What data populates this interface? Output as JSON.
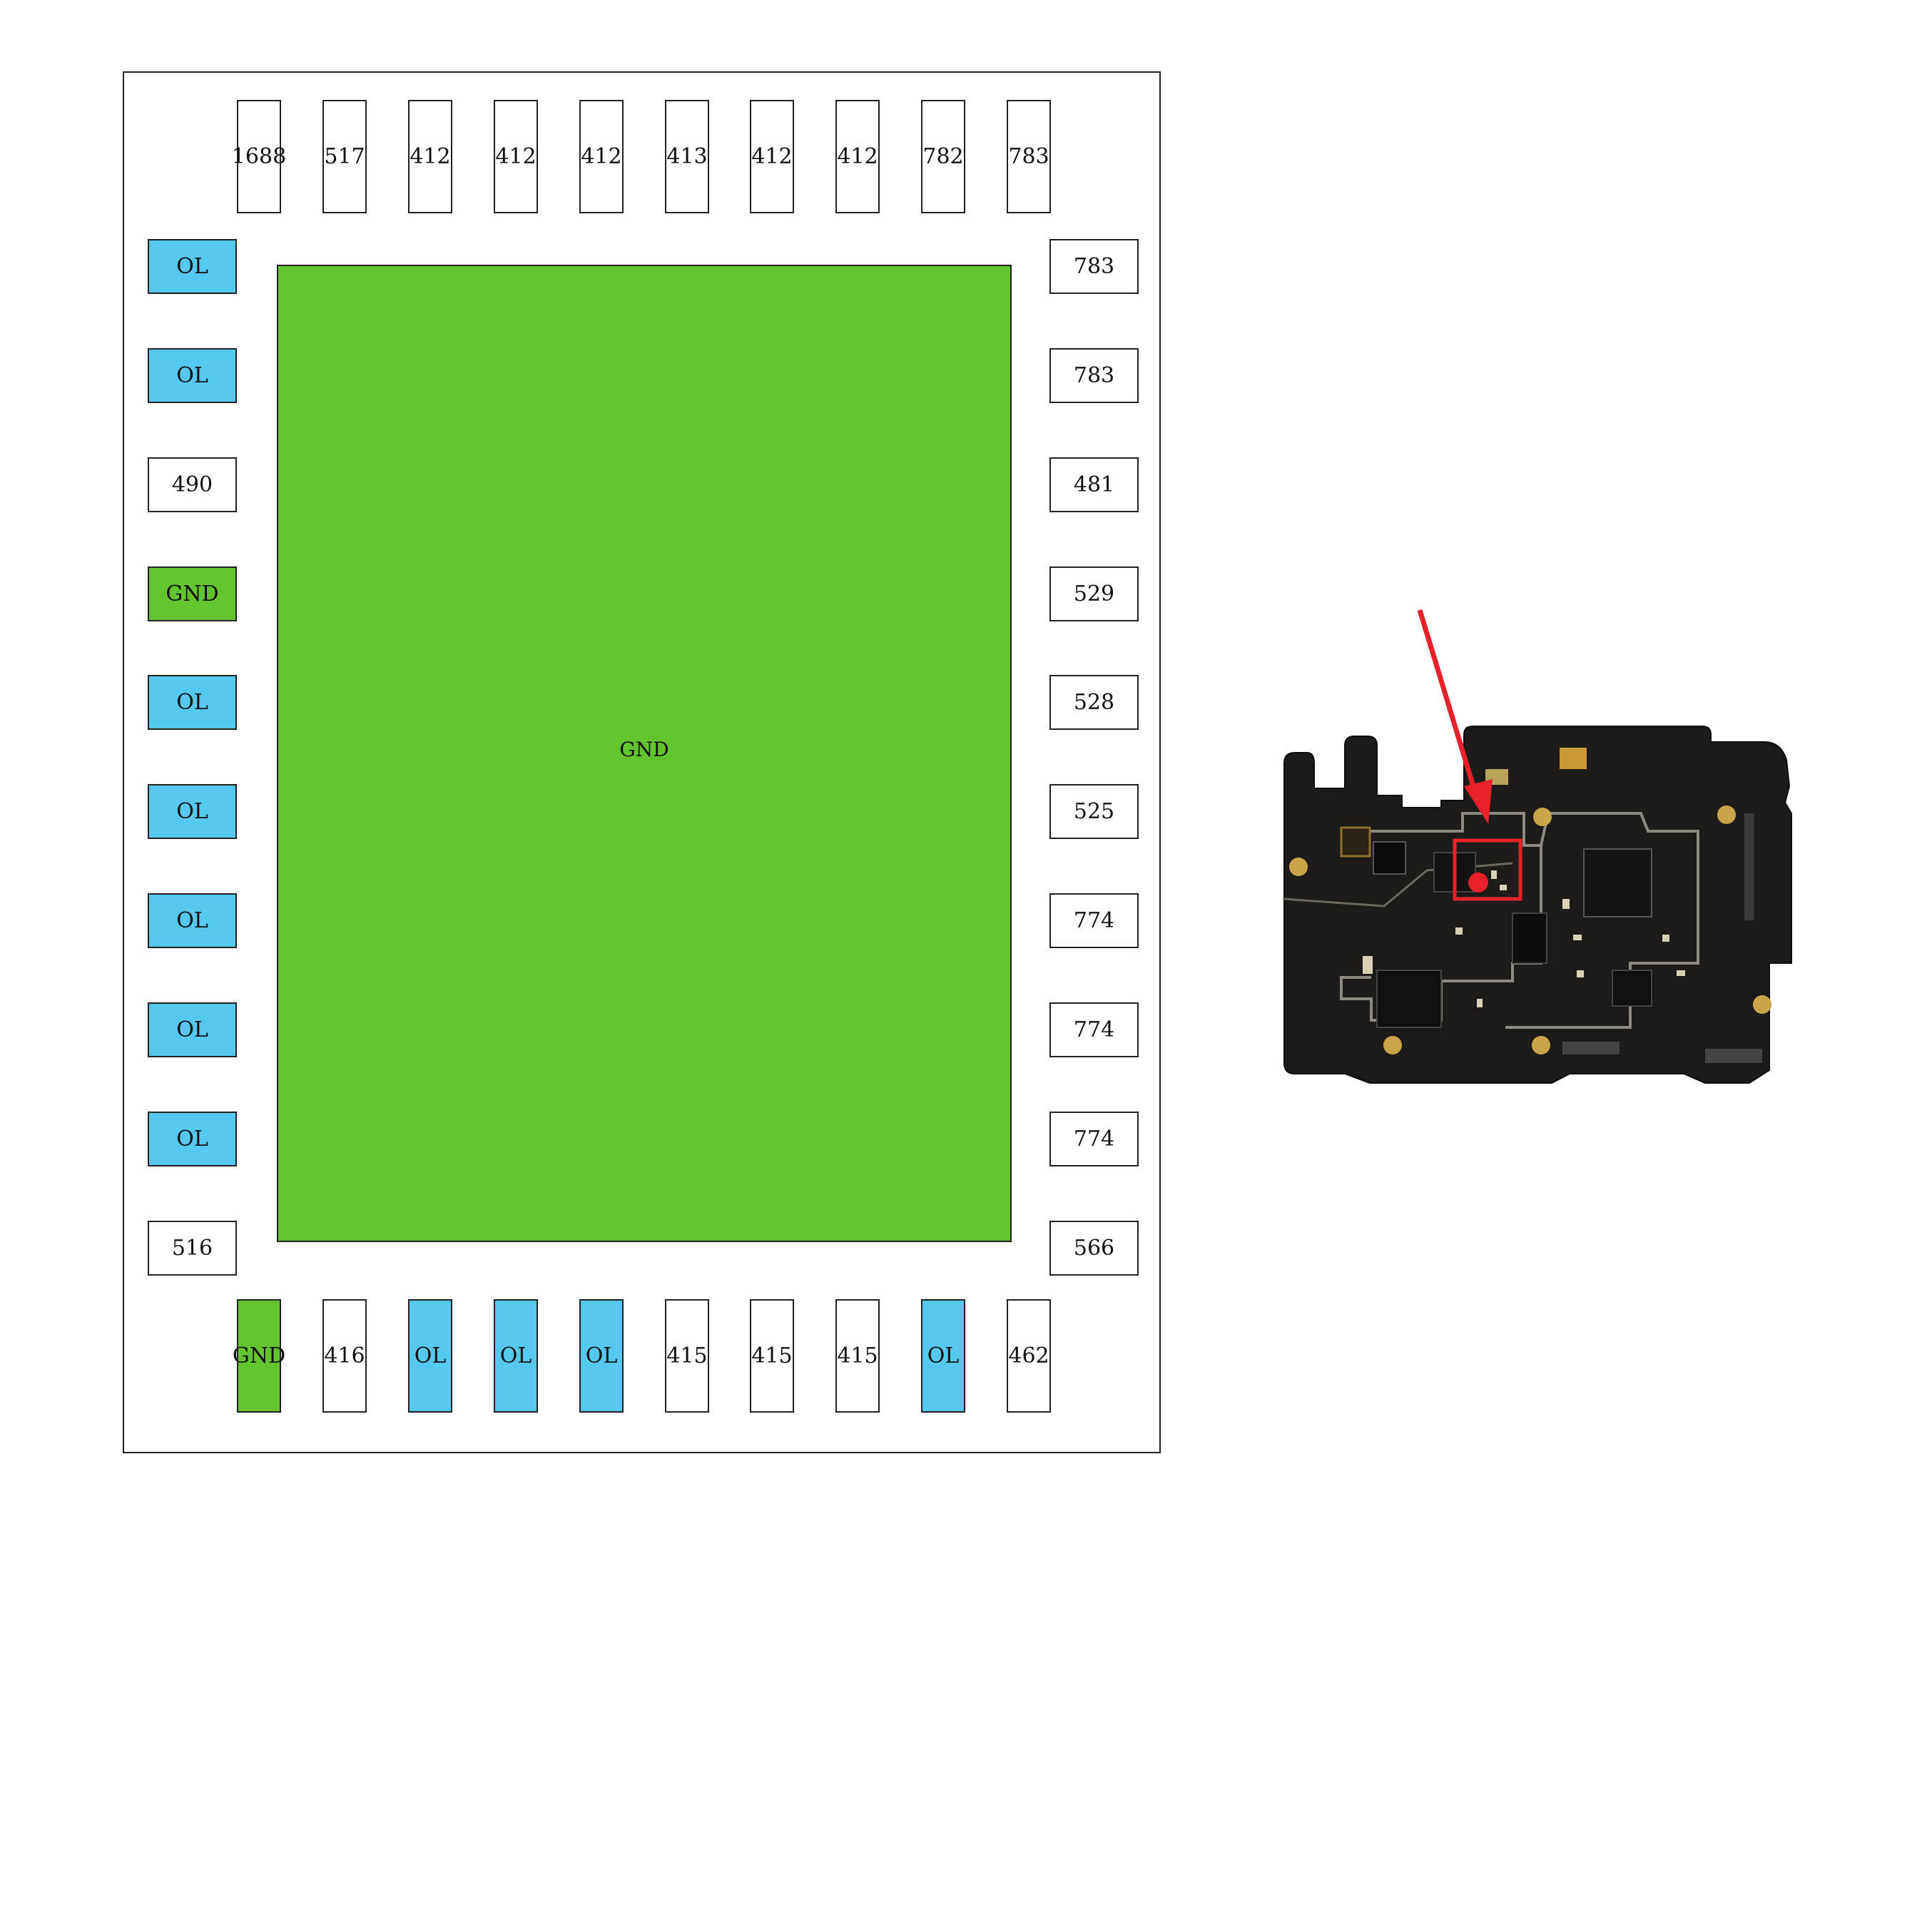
{
  "pads": {
    "top": [
      "1688",
      "517",
      "412",
      "412",
      "412",
      "413",
      "412",
      "412",
      "782",
      "783"
    ],
    "left": [
      "OL",
      "OL",
      "490",
      "GND",
      "OL",
      "OL",
      "OL",
      "OL",
      "OL",
      "516"
    ],
    "right": [
      "783",
      "783",
      "481",
      "529",
      "528",
      "525",
      "774",
      "774",
      "774",
      "566"
    ],
    "bottom": [
      "GND",
      "416",
      "OL",
      "OL",
      "OL",
      "415",
      "415",
      "415",
      "OL",
      "462"
    ]
  },
  "center_pad_label": "GND",
  "colors": {
    "ol_fill": "#56c8ee",
    "gnd_fill": "#63c430",
    "value_fill": "#ffffff",
    "outline": "#222222",
    "marker": "#e8202a",
    "board": "#1c1b19"
  }
}
